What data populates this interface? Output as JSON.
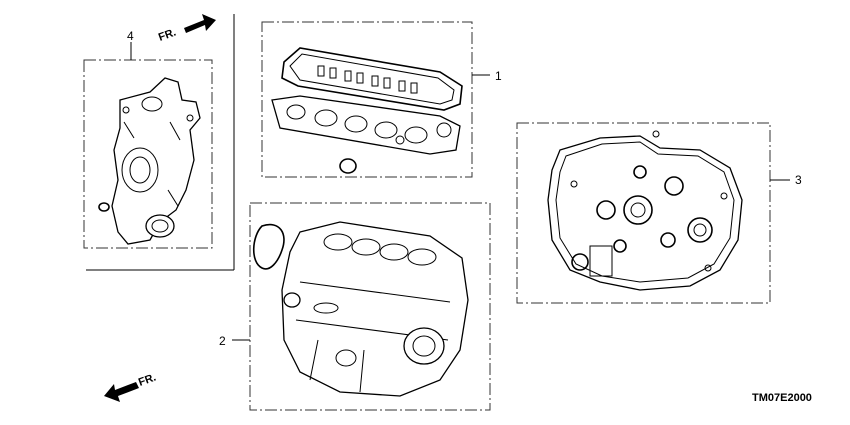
{
  "callouts": {
    "part1": "1",
    "part2": "2",
    "part3": "3",
    "part4": "4"
  },
  "arrows": {
    "top_label": "FR.",
    "bottom_label": "FR."
  },
  "diagram_code": "TM07E2000"
}
